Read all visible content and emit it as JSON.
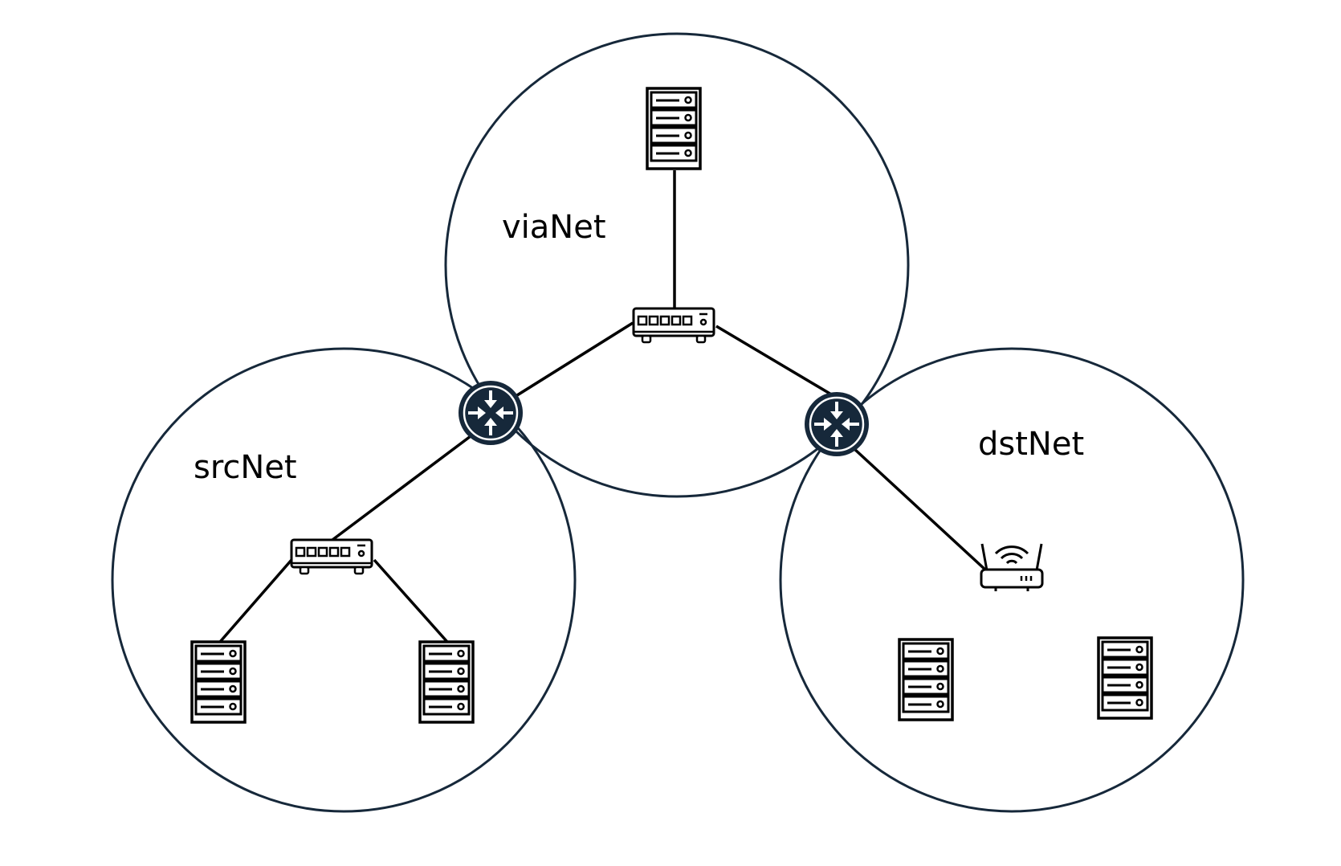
{
  "networks": [
    {
      "id": "vianet",
      "label": "viaNet"
    },
    {
      "id": "srcnet",
      "label": "srcNet"
    },
    {
      "id": "dstnet",
      "label": "dstNet"
    }
  ],
  "colors": {
    "circle": "#16283a",
    "router": "#16283a",
    "device": "#000000"
  },
  "icons": {
    "server": "server-icon",
    "switch": "switch-icon",
    "router": "router-icon",
    "wifi_router": "wifi-router-icon"
  }
}
